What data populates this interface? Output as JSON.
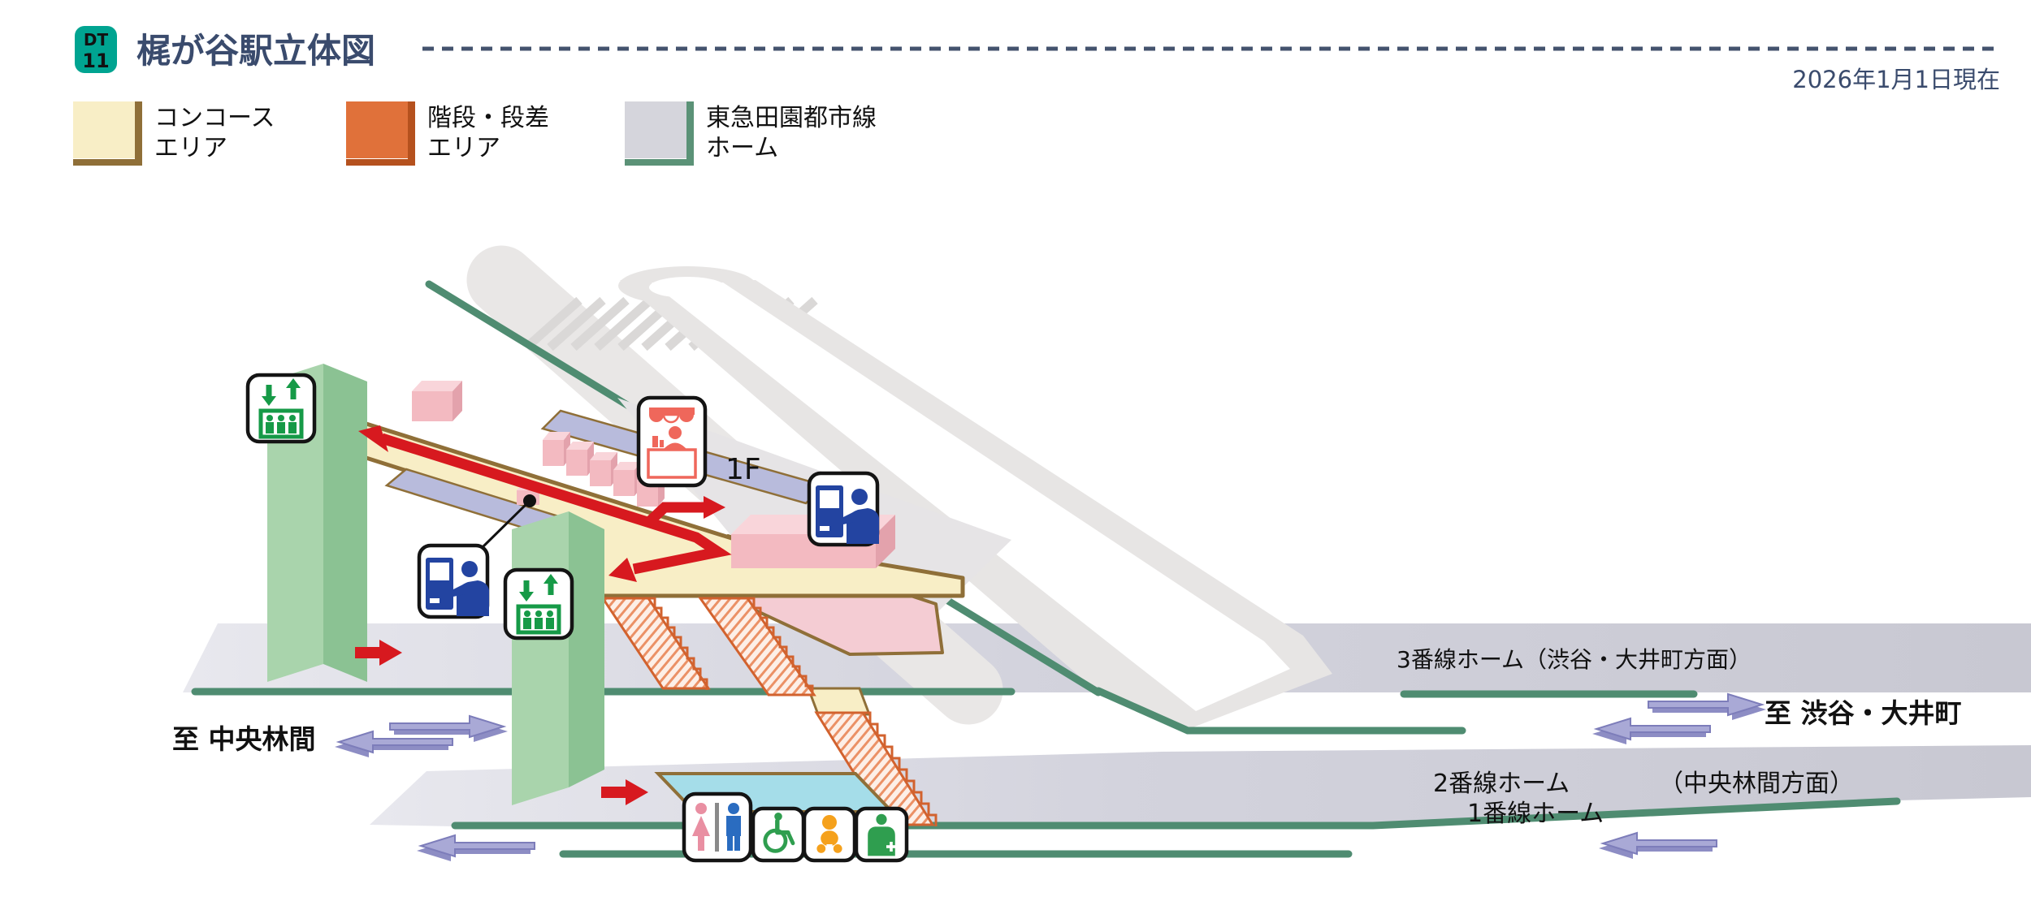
{
  "header": {
    "badge": {
      "line_code": "DT",
      "station_number": "11",
      "color": "#00a491"
    },
    "title": "梶が谷駅立体図",
    "as_of_date": "2026年1月1日現在"
  },
  "legend": {
    "items": [
      {
        "id": "concourse-area",
        "line1": "コンコース",
        "line2": "エリア",
        "fill": "#f8eec6",
        "edge": "#8f6f38"
      },
      {
        "id": "stairs-area",
        "line1": "階段・段差",
        "line2": "エリア",
        "fill": "#e0713a",
        "edge": "#b5511e"
      },
      {
        "id": "denentoshi-platform",
        "line1": "東急田園都市線",
        "line2": "ホーム",
        "fill": "#d5d5dc",
        "edge": "#5b9277"
      }
    ]
  },
  "diagram": {
    "floor_label": "1F",
    "labels": {
      "platform3": "3番線ホーム（渋谷・大井町方面）",
      "platform2": "2番線ホーム",
      "platform1": "1番線ホーム",
      "direction_note": "（中央林間方面）",
      "to_left": "至 中央林間",
      "to_right": "至 渋谷・大井町"
    },
    "icons": [
      {
        "name": "elevator-icon",
        "meaning": "エレベーター",
        "count": 2
      },
      {
        "name": "ticket-machine-icon",
        "meaning": "券売機",
        "count": 2
      },
      {
        "name": "kiosk-icon",
        "meaning": "売店",
        "count": 1
      },
      {
        "name": "toilet-icon",
        "meaning": "トイレ",
        "count": 1
      },
      {
        "name": "wheelchair-icon",
        "meaning": "車いす対応",
        "count": 1
      },
      {
        "name": "baby-care-icon",
        "meaning": "ベビーケア",
        "count": 1
      },
      {
        "name": "care-staff-icon",
        "meaning": "救護・介助",
        "count": 1
      }
    ],
    "palette": {
      "navy": "#3a4b6d",
      "red": "#d7191f",
      "cream": "#f8eec6",
      "brown": "#8f6f38",
      "lavender": "#b8bbdc",
      "pink_light": "#f4ccd3",
      "pink_block": "#f3bac1",
      "green_edge": "#4f8c71",
      "tower_face": "#a9d4ac",
      "tower_side": "#8bc293",
      "platform_gray": "#cfcfd9",
      "stair_orange": "#d2622e",
      "cyan": "#a5dde9",
      "purple_arrow": "#a9a9d6",
      "band_gray": "#e7e5e4",
      "badge_green": "#00a491",
      "icon_green": "#169a47",
      "icon_blue": "#2344a1",
      "icon_salmon": "#ef675b",
      "icon_pink": "#e98fa2",
      "icon_orange": "#f5a11c"
    }
  }
}
